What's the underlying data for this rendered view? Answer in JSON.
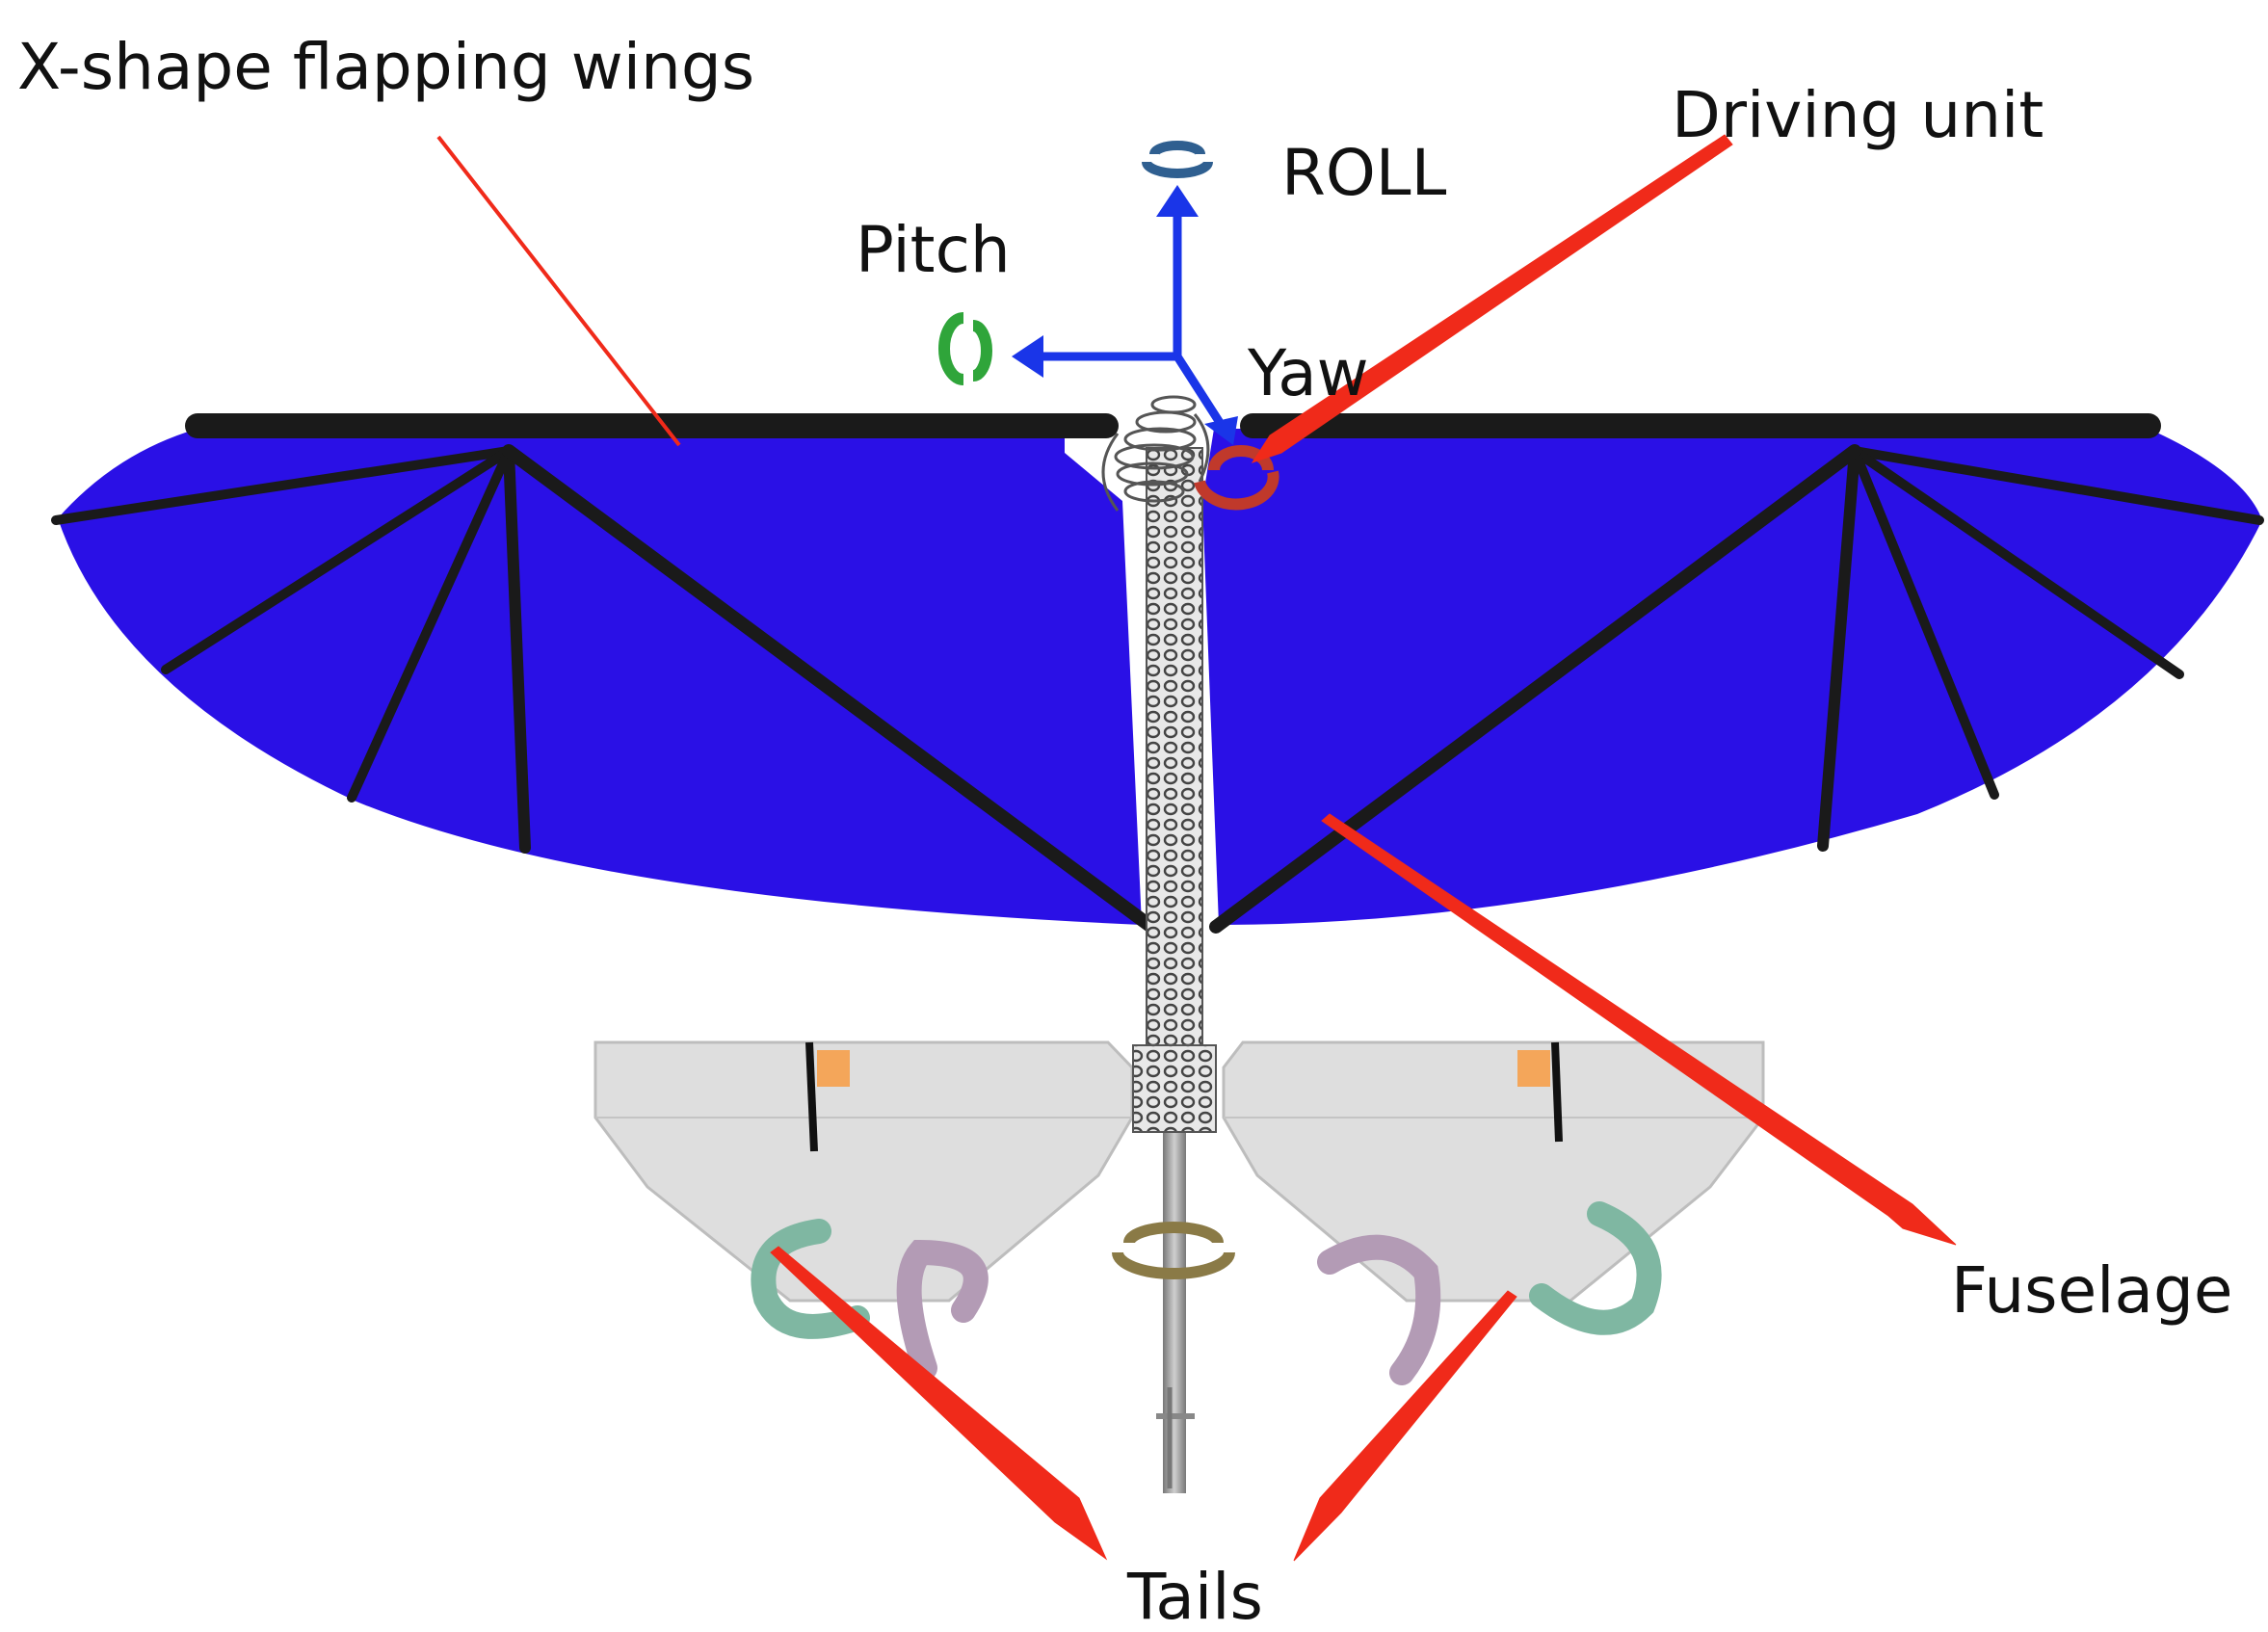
{
  "labels": {
    "wings": "X-shape flapping wings",
    "driving_unit": "Driving unit",
    "roll": "ROLL",
    "pitch": "Pitch",
    "yaw": "Yaw",
    "fuselage": "Fuselage",
    "tails": "Tails"
  },
  "colors": {
    "wing": "#2a10e6",
    "spar": "#1a1a1a",
    "axis": "#1a35e8",
    "pointer": "#f02a1a",
    "tail": "#dedede",
    "roll_arrow": "#2f5f90",
    "pitch_arrow": "#2fa53a",
    "yaw_arrow": "#c0392b",
    "tail_teal": "#7fb7a2",
    "tail_mauve": "#b39bb5",
    "fuselage_rotation": "#8a7a46"
  }
}
